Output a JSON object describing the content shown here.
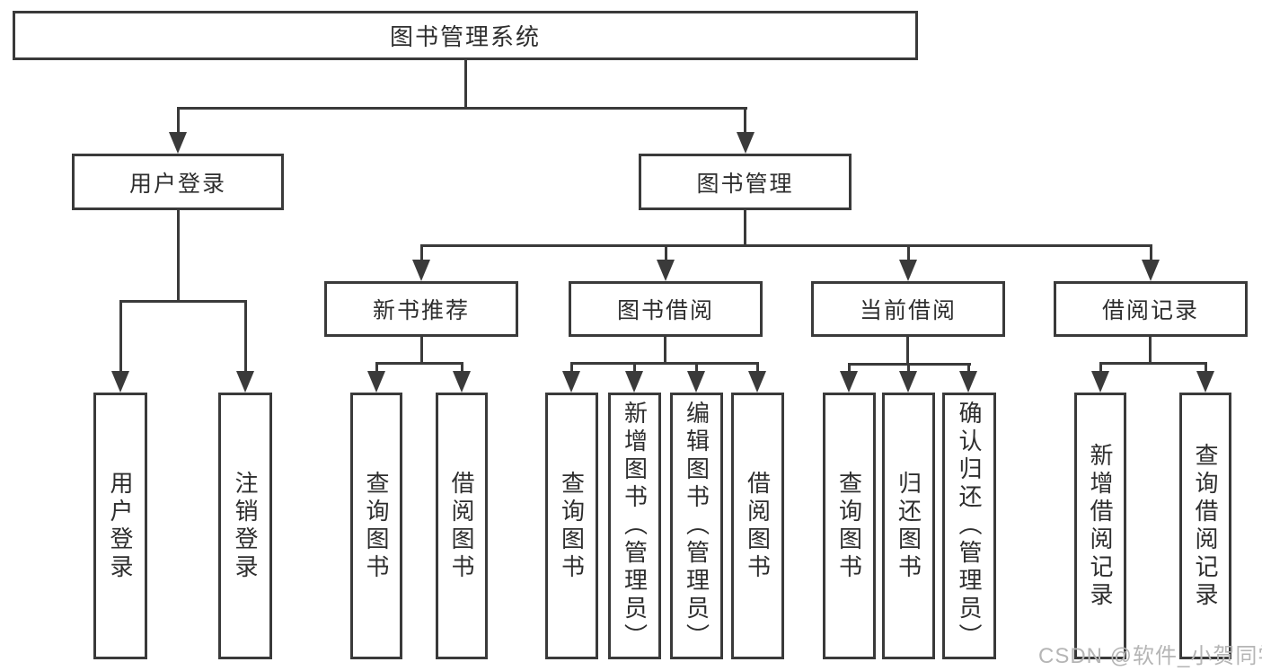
{
  "colors": {
    "line": "#3a3a3a",
    "text": "#2e2e2e",
    "watermark": "#b5b5b5",
    "background": "#ffffff"
  },
  "diagram": {
    "title": "图书管理系统",
    "branches": [
      {
        "label": "用户登录",
        "children": [
          {
            "label": "用户登录"
          },
          {
            "label": "注销登录"
          }
        ]
      },
      {
        "label": "图书管理",
        "children": [
          {
            "label": "新书推荐",
            "children": [
              {
                "label": "查询图书"
              },
              {
                "label": "借阅图书"
              }
            ]
          },
          {
            "label": "图书借阅",
            "children": [
              {
                "label": "查询图书"
              },
              {
                "label": "新增图书（管理员）"
              },
              {
                "label": "编辑图书（管理员）"
              },
              {
                "label": "借阅图书"
              }
            ]
          },
          {
            "label": "当前借阅",
            "children": [
              {
                "label": "查询图书"
              },
              {
                "label": "归还图书"
              },
              {
                "label": "确认归还（管理员）"
              }
            ]
          },
          {
            "label": "借阅记录",
            "children": [
              {
                "label": "新增借阅记录"
              },
              {
                "label": "查询借阅记录"
              }
            ]
          }
        ]
      }
    ]
  },
  "watermark": "CSDN @软件_小贺同学"
}
